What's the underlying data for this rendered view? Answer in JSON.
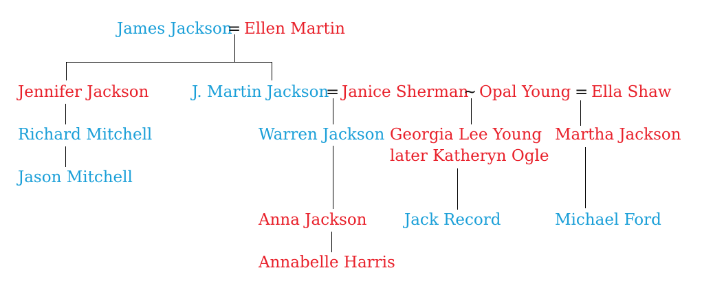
{
  "colors": {
    "male": "#1a9fd8",
    "female": "#e8202a",
    "line": "#000000"
  },
  "symbols": {
    "married": "=",
    "relationship": "~"
  },
  "people": {
    "james_jackson": "James Jackson",
    "ellen_martin": "Ellen Martin",
    "jennifer_jackson": "Jennifer Jackson",
    "richard_mitchell": "Richard Mitchell",
    "jason_mitchell": "Jason Mitchell",
    "j_martin_jackson": "J. Martin Jackson",
    "janice_sherman": "Janice Sherman",
    "opal_young": "Opal Young",
    "ella_shaw": "Ella Shaw",
    "warren_jackson": "Warren Jackson",
    "georgia_lee_young_line1": "Georgia Lee Young",
    "georgia_lee_young_line2": "later Katheryn Ogle",
    "martha_jackson": "Martha Jackson",
    "anna_jackson": "Anna Jackson",
    "annabelle_harris": "Annabelle Harris",
    "jack_record": "Jack Record",
    "michael_ford": "Michael Ford"
  }
}
